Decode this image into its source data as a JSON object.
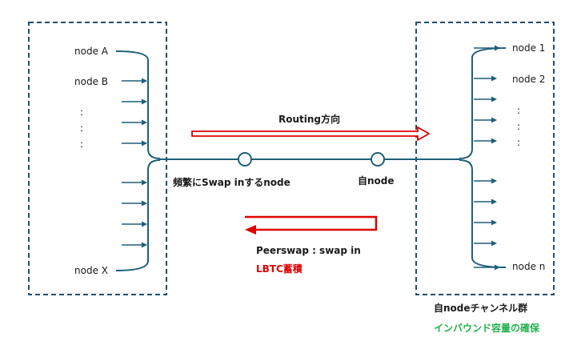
{
  "left_nodes": {
    "a": "node A",
    "b": "node B",
    "x": "node X",
    "dots": ":"
  },
  "right_nodes": {
    "one": "node 1",
    "two": "node 2",
    "n": "node n",
    "dots": ":"
  },
  "routing_label": "Routing方向",
  "hub_node_label": "頻繁にSwap inするnode",
  "self_node_label": "自node",
  "peerswap_label": "Peerswap : swap in",
  "lbtc_label": "LBTC蓄積",
  "channel_group_label": "自nodeチャンネル群",
  "inbound_label": "インバウンド容量の確保",
  "colors": {
    "line": "#1f5f7a",
    "box_border": "#1f4e6e",
    "red": "#e00000",
    "green": "#22b14c"
  }
}
